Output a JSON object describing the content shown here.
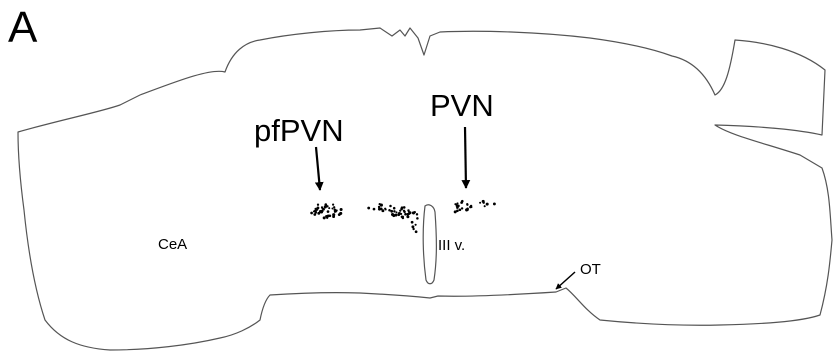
{
  "figure": {
    "panel_label": "A",
    "labels": {
      "pfpvn": "pfPVN",
      "pvn": "PVN",
      "cea": "CeA",
      "third_ventricle": "III v.",
      "ot": "OT"
    },
    "colors": {
      "outline": "#555555",
      "ink": "#000000",
      "background": "#ffffff"
    }
  }
}
